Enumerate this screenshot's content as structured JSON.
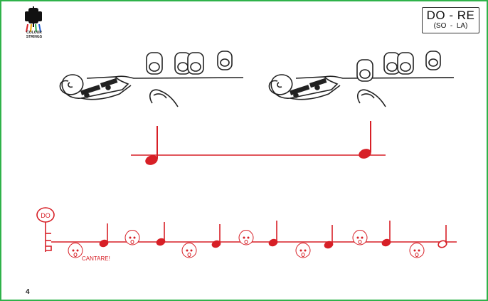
{
  "logo": {
    "icon": "violin-bow-logo-icon",
    "caption": "COLOUR STRINGS"
  },
  "title": {
    "main": "DO - RE",
    "sub": "(SO  -  LA)"
  },
  "key_label": "DO",
  "sing_label": "CANTARE!",
  "page_number": "4",
  "colors": {
    "border": "#2fb24a",
    "note": "#d71f26",
    "ink": "#222222"
  }
}
